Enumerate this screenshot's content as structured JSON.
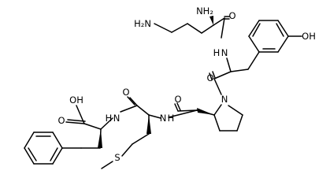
{
  "labels": {
    "nh2_chain": "H₂N",
    "nh2_alpha": "NH₂",
    "o_lys": "O",
    "n_lys": "N",
    "h_lys": "H",
    "oh_tyr": "OH",
    "o_tyr": "O",
    "n_pro": "N",
    "o_pro": "O",
    "n_pro_met": "N",
    "h_pro_met": "H",
    "o_met": "O",
    "n_met_phe": "N",
    "h_met_phe": "H",
    "oh_acid": "OH",
    "o_acid": "O",
    "s_met": "S"
  },
  "colors": {
    "ink": "#000000",
    "background": "#ffffff"
  }
}
